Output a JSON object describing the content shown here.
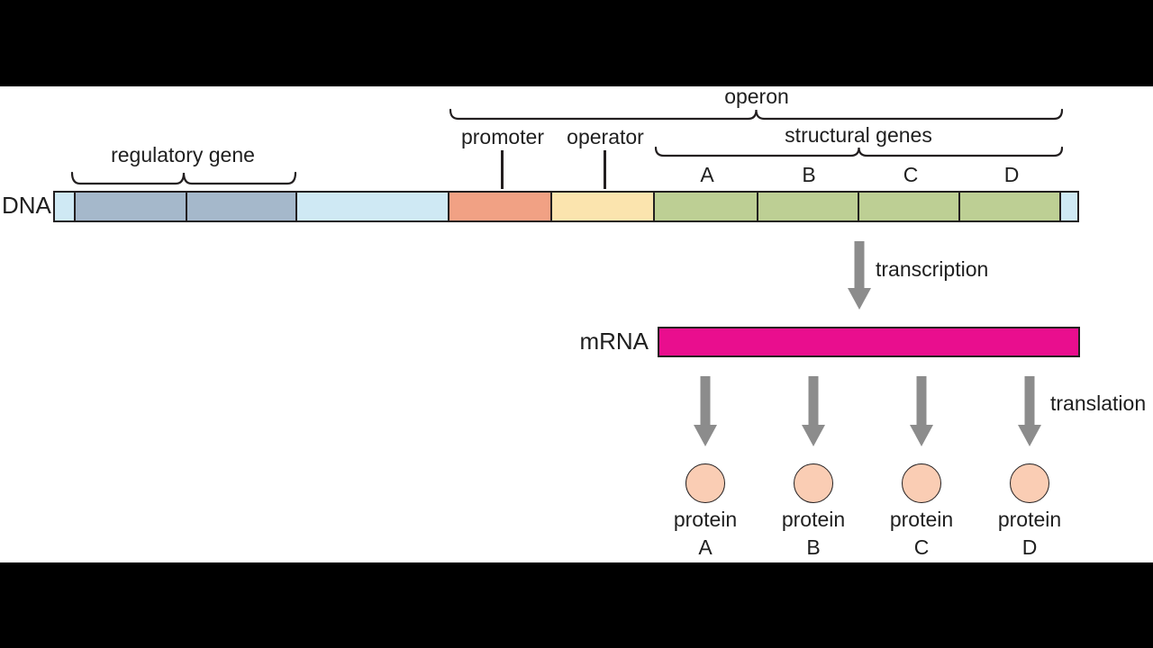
{
  "colors": {
    "background": "#ffffff",
    "letterbox": "#000000",
    "outline": "#231f20",
    "text": "#1f1f1f",
    "arrow_gray": "#8c8c8c",
    "light_blue": "#cfe9f4",
    "blue_gray": "#a5b8cb",
    "salmon": "#f1a184",
    "cream": "#fbe4ae",
    "green": "#bdcf94",
    "magenta": "#e90e8e",
    "peach": "#facdb4"
  },
  "diagram": {
    "dna_label": "DNA",
    "mrna_label": "mRNA",
    "operon_label": "operon",
    "regulatory_gene_label": "regulatory gene",
    "promoter_label": "promoter",
    "operator_label": "operator",
    "structural_genes_label": "structural genes",
    "transcription_label": "transcription",
    "translation_label": "translation",
    "gene_letters": [
      "A",
      "B",
      "C",
      "D"
    ],
    "dna_segments": [
      {
        "name": "flank-left",
        "color_key": "light_blue",
        "width": 21
      },
      {
        "name": "regulatory-gene-part-1",
        "color_key": "blue_gray",
        "width": 125
      },
      {
        "name": "regulatory-gene-part-2",
        "color_key": "blue_gray",
        "width": 123
      },
      {
        "name": "spacer-middle",
        "color_key": "light_blue",
        "width": 170
      },
      {
        "name": "promoter-segment",
        "color_key": "salmon",
        "width": 115
      },
      {
        "name": "operator-segment",
        "color_key": "cream",
        "width": 114
      },
      {
        "name": "structural-gene-a",
        "color_key": "green",
        "width": 115
      },
      {
        "name": "structural-gene-b",
        "color_key": "green",
        "width": 113
      },
      {
        "name": "structural-gene-c",
        "color_key": "green",
        "width": 112
      },
      {
        "name": "structural-gene-d",
        "color_key": "green",
        "width": 113
      },
      {
        "name": "flank-right",
        "color_key": "light_blue",
        "width": 18
      }
    ],
    "proteins": [
      {
        "label": "protein",
        "letter": "A"
      },
      {
        "label": "protein",
        "letter": "B"
      },
      {
        "label": "protein",
        "letter": "C"
      },
      {
        "label": "protein",
        "letter": "D"
      }
    ]
  }
}
